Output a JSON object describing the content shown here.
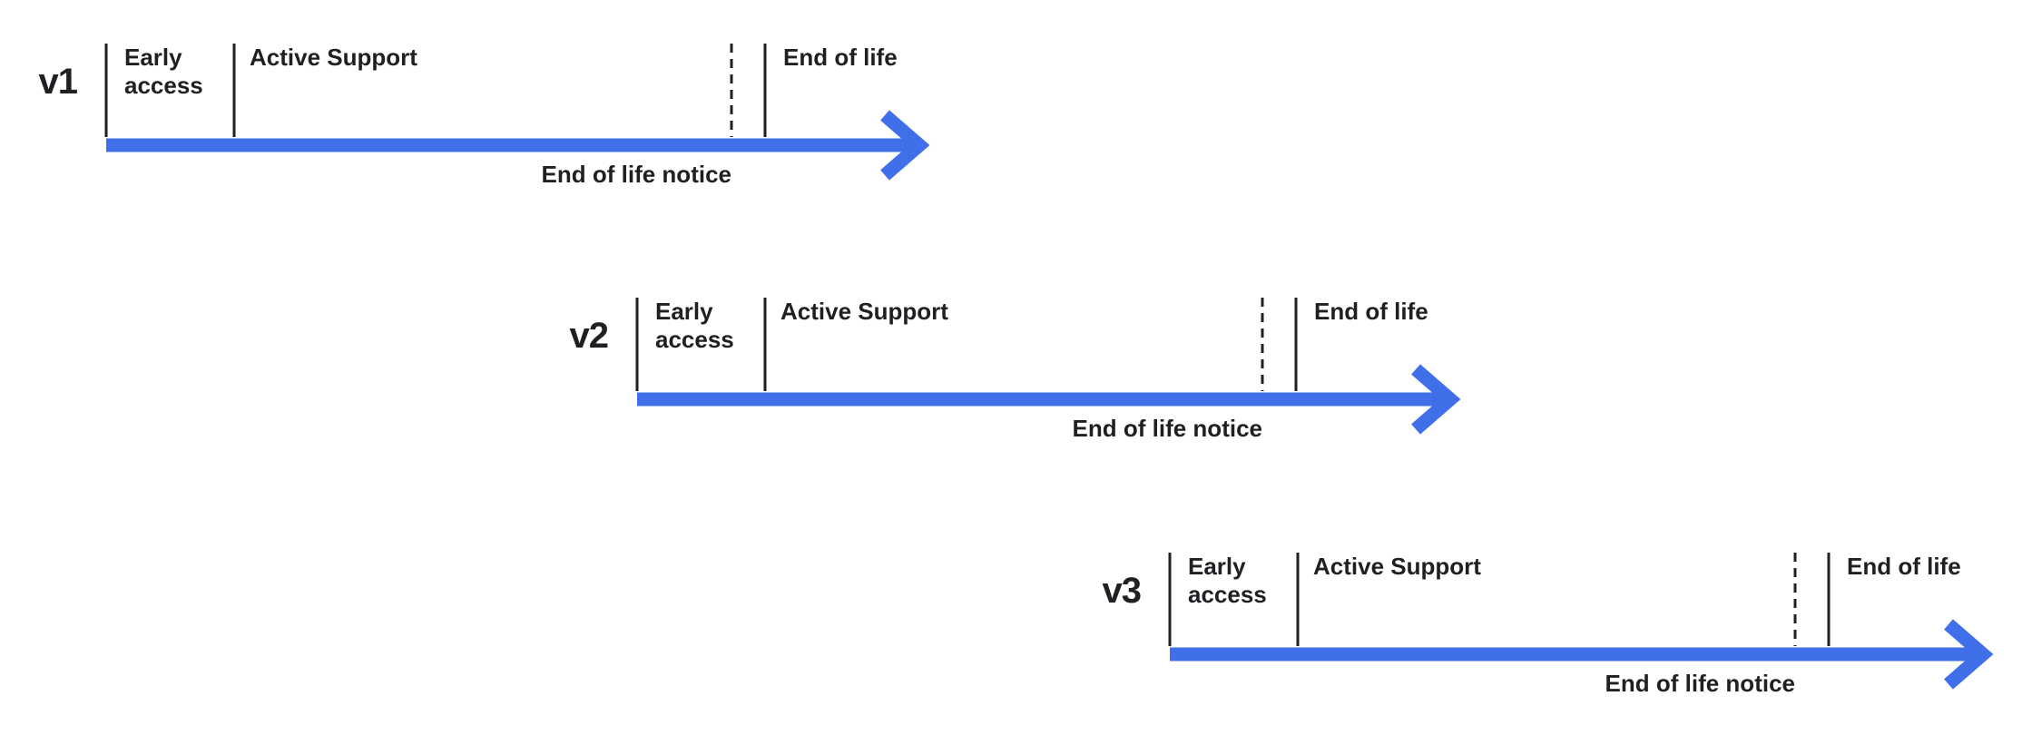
{
  "diagram": {
    "background_color": "#ffffff",
    "arrow_color": "#3f70ea",
    "line_color": "#1f2023",
    "text_color": "#1f2023",
    "timelines": [
      {
        "version": "v1",
        "early_access_label": "Early access",
        "active_support_label": "Active Support",
        "end_of_life_label": "End of life",
        "end_of_life_notice_label": "End of life notice"
      },
      {
        "version": "v2",
        "early_access_label": "Early access",
        "active_support_label": "Active Support",
        "end_of_life_label": "End of life",
        "end_of_life_notice_label": "End of life notice"
      },
      {
        "version": "v3",
        "early_access_label": "Early access",
        "active_support_label": "Active Support",
        "end_of_life_label": "End of life",
        "end_of_life_notice_label": "End of life notice"
      }
    ]
  }
}
